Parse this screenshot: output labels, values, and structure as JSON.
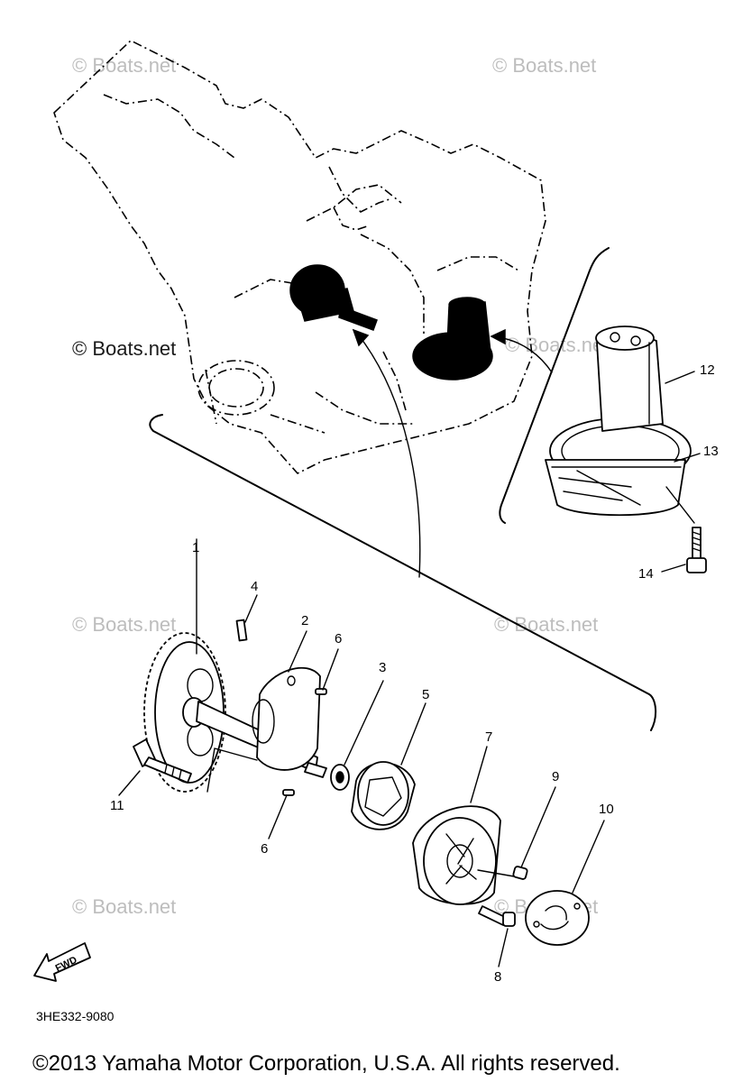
{
  "watermarks": {
    "top_left": "© Boats.net",
    "top_right": "© Boats.net",
    "middle_left": "© Boats.net",
    "center_right": "© Boats.net",
    "lower_left": "© Boats.net",
    "lower_right": "© Boats.net",
    "bottom_left": "© Boats.net",
    "bottom_right": "© Boats.net"
  },
  "callouts": {
    "c1": "1",
    "c2": "2",
    "c3": "3",
    "c4": "4",
    "c5": "5",
    "c6a": "6",
    "c6b": "6",
    "c7": "7",
    "c8": "8",
    "c9": "9",
    "c10": "10",
    "c11": "11",
    "c12": "12",
    "c13": "13",
    "c14": "14"
  },
  "direction_badge": "FWD",
  "diagram_code": "3HE332-9080",
  "copyright": "©2013 Yamaha Motor Corporation, U.S.A. All rights reserved.",
  "icons": {
    "forward_arrow": "forward-arrow-icon"
  }
}
